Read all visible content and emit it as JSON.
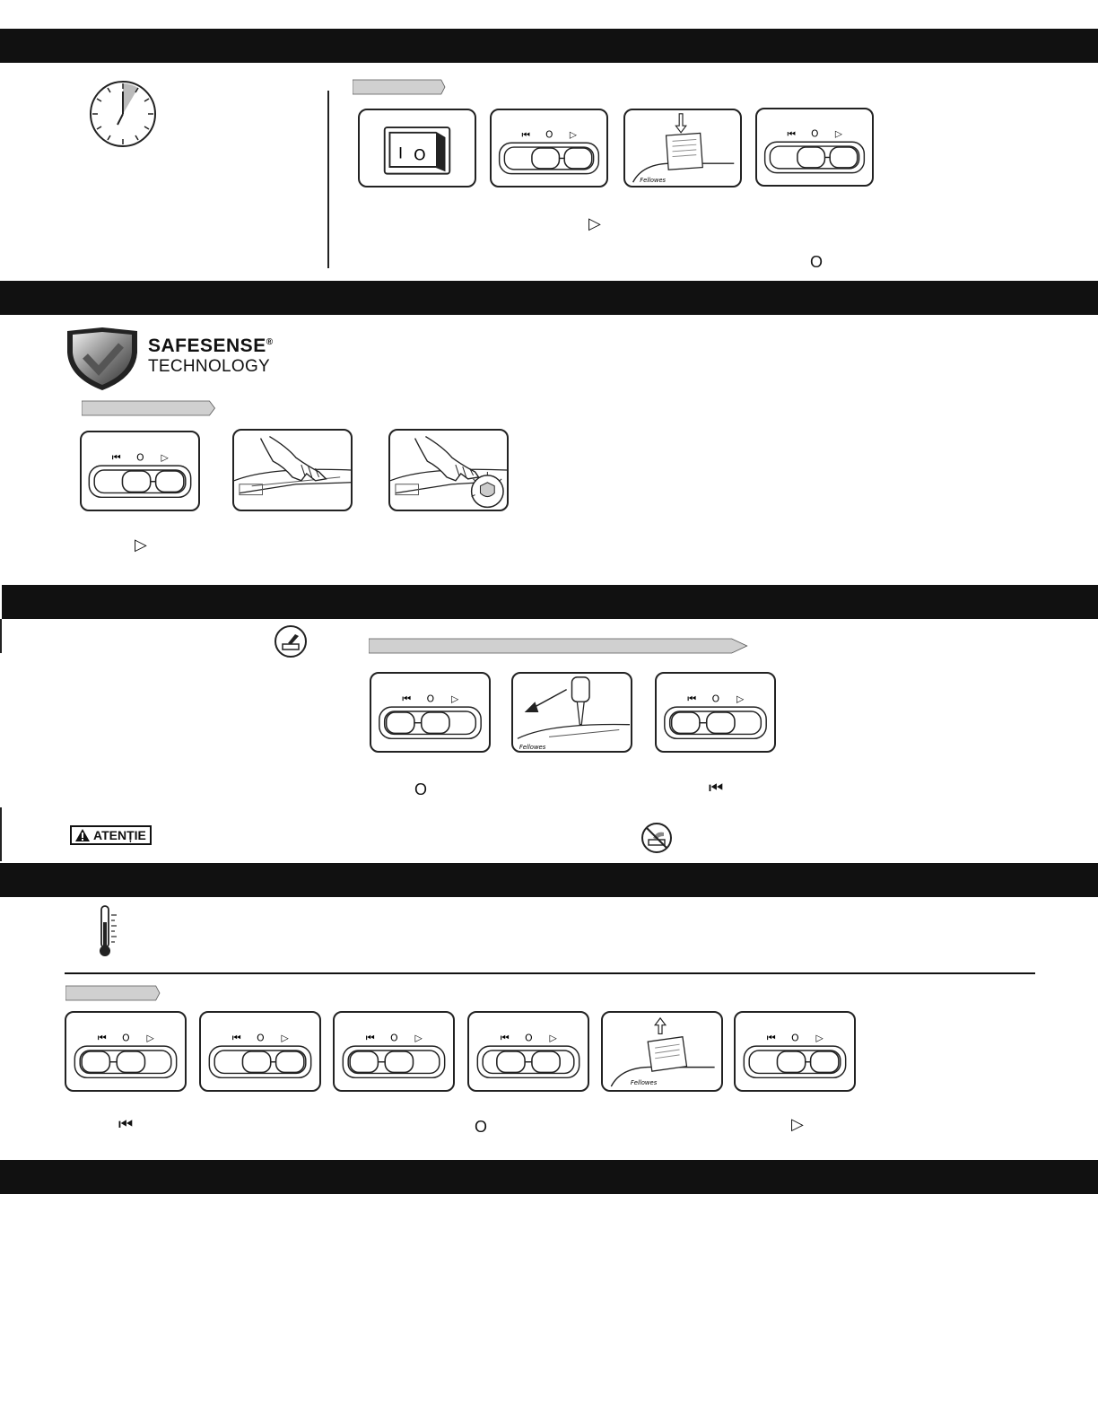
{
  "symbols": {
    "forward": "▷",
    "off": "O",
    "reverse": "⏮"
  },
  "switch_labels": {
    "reverse": "⏮",
    "off": "O",
    "forward": "▷"
  },
  "power_switch": {
    "on": "I",
    "off": "O"
  },
  "safesense": {
    "title": "SAFESENSE",
    "reg": "®",
    "subtitle": "TECHNOLOGY"
  },
  "caution_label": "ATENȚIE",
  "colors": {
    "band": "#111111",
    "arrow_fill": "#d0d0d0",
    "line": "#222222"
  },
  "icons": {
    "clock": "clock-icon",
    "oil": "oil-icon",
    "thermometer": "thermometer-icon",
    "no_hands": "no-hands-icon",
    "warning": "warning-triangle-icon"
  }
}
